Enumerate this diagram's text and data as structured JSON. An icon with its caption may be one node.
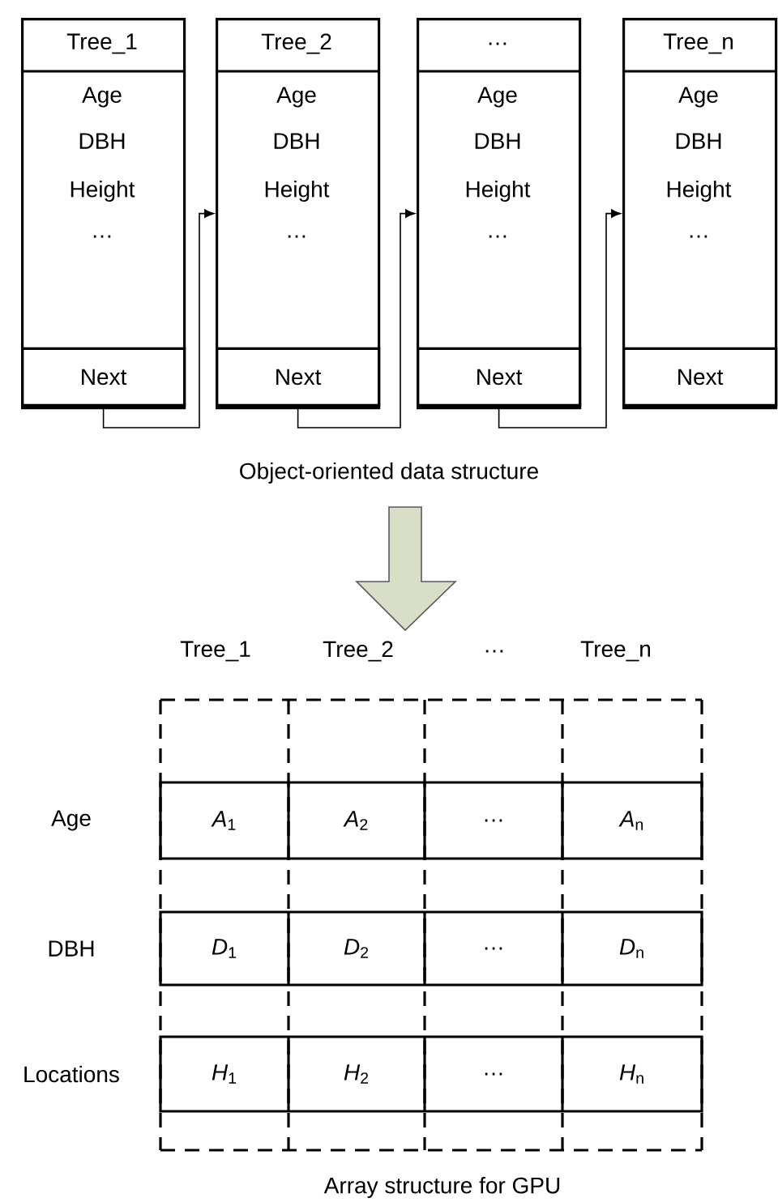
{
  "diagram": {
    "nodes": [
      {
        "text": [
          "Tree_1",
          "Age",
          "DBH",
          "Height",
          "…"
        ]
      },
      {
        "text": [
          "Next"
        ],
        "in": 0
      },
      {
        "text": [
          "Tree_2",
          "Age",
          "DBH",
          "Height",
          "…"
        ]
      },
      {
        "text": [
          "Next"
        ],
        "in": 2
      },
      {
        "text": [
          "…",
          "Age",
          "DBH",
          "Height",
          "…"
        ]
      },
      {
        "text": [
          "Next"
        ],
        "in": 4
      },
      {
        "text": [
          "Tree_n",
          "Age",
          "DBH",
          "Height",
          "…"
        ]
      },
      {
        "text": [
          "Next"
        ],
        "in": 6
      }
    ],
    "edges": [
      {
        "from": 1,
        "to": 2,
        "arrow": "to"
      },
      {
        "from": 3,
        "to": 4,
        "arrow": "to"
      },
      {
        "from": 5,
        "to": 6,
        "arrow": "to"
      }
    ],
    "labels": [
      "Object-oriented data structure",
      "Tree_1",
      "Tree_2",
      "…",
      "Tree_n",
      "Age",
      "*A*$_{1}$",
      "*A*$_{2}$",
      "…",
      "*A*$_{n}$",
      "DBH",
      "*D*$_{1}$",
      "*D*$_{2}$",
      "…",
      "*D*$_{n}$",
      "Locations",
      "*H*$_{1}$",
      "*H*$_{2}$",
      "…",
      "*H*$_{n}$",
      "Array structure for GPU"
    ]
  }
}
